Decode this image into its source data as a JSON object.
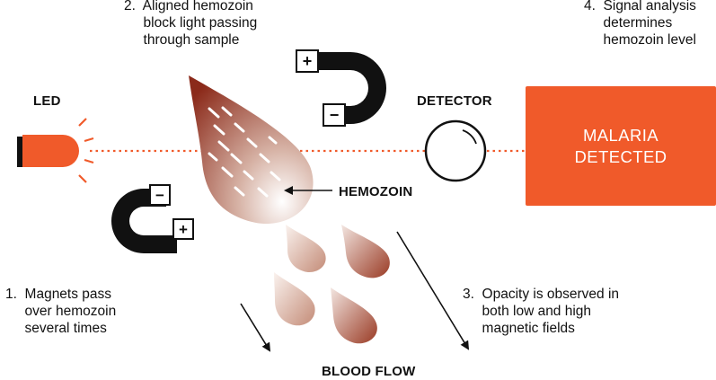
{
  "steps": {
    "step1": [
      "1.  Magnets pass",
      "     over hemozoin",
      "     several times"
    ],
    "step2": [
      "2.  Aligned hemozoin",
      "     block light passing",
      "     through sample"
    ],
    "step3": [
      "3.  Opacity is observed in",
      "     both low and high",
      "     magnetic fields"
    ],
    "step4": [
      "4.  Signal analysis",
      "     determines",
      "     hemozoin level"
    ]
  },
  "labels": {
    "led": "LED",
    "detector": "DETECTOR",
    "hemozoin": "HEMOZOIN",
    "blood_flow": "BLOOD FLOW"
  },
  "result": {
    "line1": "MALARIA",
    "line2": "DETECTED"
  },
  "magnet_polarity": {
    "plus": "+",
    "minus": "−"
  },
  "colors": {
    "led_orange": "#f05a2a",
    "result_box": "#f05a2a",
    "blood_dark": "#8b2a1a",
    "magnet_black": "#111111",
    "beam_dotted": "#f05a2a"
  }
}
